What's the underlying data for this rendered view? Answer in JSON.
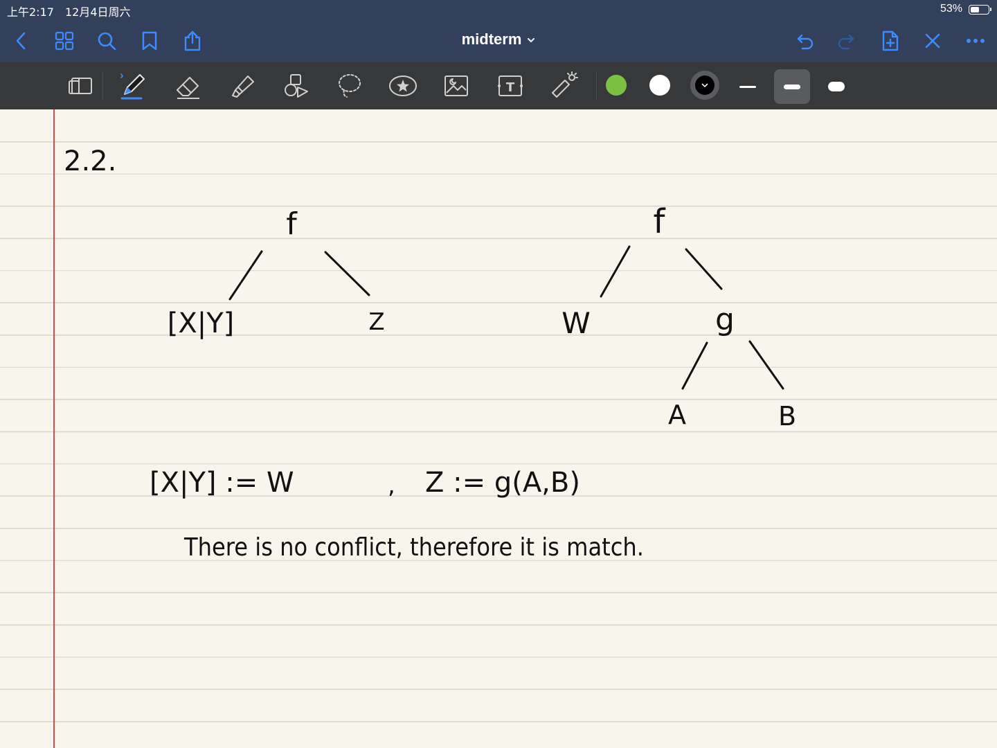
{
  "status_bar": {
    "time": "上午2:17",
    "date": "12月4日周六",
    "battery_percent": "53%",
    "battery_level": 0.53
  },
  "nav": {
    "title": "midterm",
    "left_icons": [
      "back-chevron-icon",
      "grid-icon",
      "search-icon",
      "bookmark-icon",
      "share-icon"
    ],
    "right_icons": [
      "undo-icon",
      "redo-icon",
      "add-page-icon",
      "close-icon",
      "more-icon"
    ]
  },
  "toolbar": {
    "tools": [
      "page-view-icon",
      "pen-icon",
      "eraser-icon",
      "highlighter-icon",
      "shapes-icon",
      "lasso-icon",
      "sticker-icon",
      "image-icon",
      "text-icon",
      "laser-pointer-icon"
    ],
    "colors": {
      "green": "#7cc242",
      "white": "#ffffff",
      "black": "#000000"
    },
    "selected_color": "black",
    "stroke_widths": [
      "thin",
      "medium",
      "thick"
    ],
    "selected_stroke": "medium"
  },
  "note": {
    "heading": "2.2.",
    "tree_left": {
      "root": "f",
      "left": "[X|Y]",
      "right": "Z"
    },
    "tree_right": {
      "root": "f",
      "left": "W",
      "right": "g",
      "right_left": "A",
      "right_right": "B"
    },
    "equation_1": "[X|Y] := W",
    "separator": ",",
    "equation_2": "Z := g(A,B)",
    "conclusion": "There is no conflict, therefore it is match."
  },
  "colors": {
    "nav_background": "#33405b",
    "toolbar_background": "#37383a",
    "accent_blue": "#3d8bfd",
    "paper": "#f8f5ec",
    "margin_red": "#d24b45"
  }
}
